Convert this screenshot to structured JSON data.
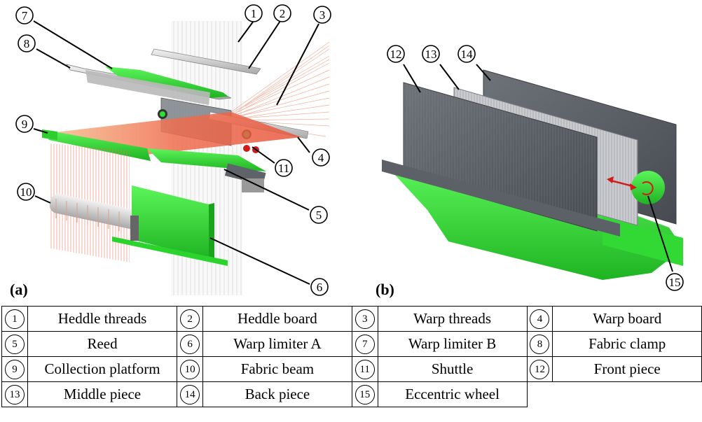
{
  "panels": {
    "a": "(a)",
    "b": "(b)"
  },
  "colors": {
    "green": "#39e83a",
    "dark_green": "#22b325",
    "grey": "#5c6168",
    "warp": "#e8694a",
    "arrow": "#d11a1a"
  },
  "callouts_a": [
    "7",
    "8",
    "9",
    "10",
    "1",
    "2",
    "3",
    "4",
    "11",
    "5",
    "6"
  ],
  "callouts_b": [
    "12",
    "13",
    "14",
    "15"
  ],
  "legend": {
    "rows": [
      [
        {
          "num": "1",
          "label": "Heddle threads"
        },
        {
          "num": "2",
          "label": "Heddle board"
        },
        {
          "num": "3",
          "label": "Warp threads"
        },
        {
          "num": "4",
          "label": "Warp board"
        }
      ],
      [
        {
          "num": "5",
          "label": "Reed"
        },
        {
          "num": "6",
          "label": "Warp limiter A"
        },
        {
          "num": "7",
          "label": "Warp limiter B"
        },
        {
          "num": "8",
          "label": "Fabric clamp"
        }
      ],
      [
        {
          "num": "9",
          "label": "Collection platform"
        },
        {
          "num": "10",
          "label": "Fabric beam"
        },
        {
          "num": "11",
          "label": "Shuttle"
        },
        {
          "num": "12",
          "label": "Front piece"
        }
      ],
      [
        {
          "num": "13",
          "label": "Middle piece"
        },
        {
          "num": "14",
          "label": "Back piece"
        },
        {
          "num": "15",
          "label": "Eccentric wheel"
        }
      ]
    ]
  }
}
